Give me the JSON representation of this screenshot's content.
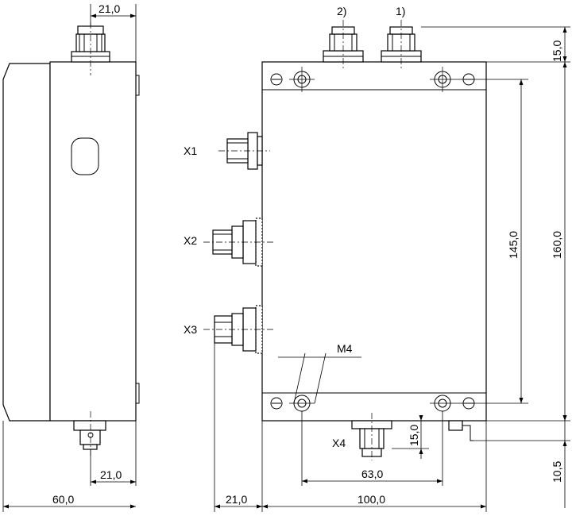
{
  "dimensions": {
    "top_left_width": "21,0",
    "bottom_left_width": "21,0",
    "overall_depth": "60,0",
    "right_offset": "21,0",
    "overall_width": "100,0",
    "hole_spacing": "63,0",
    "x4_height": "15,0",
    "top_clearance": "15,0",
    "hole_pitch": "145,0",
    "overall_height": "160,0",
    "bottom_clearance": "10,5",
    "thread": "M4"
  },
  "connectors": {
    "x1": "X1",
    "x2": "X2",
    "x3": "X3",
    "x4": "X4",
    "top_1": "1)",
    "top_2": "2)"
  }
}
